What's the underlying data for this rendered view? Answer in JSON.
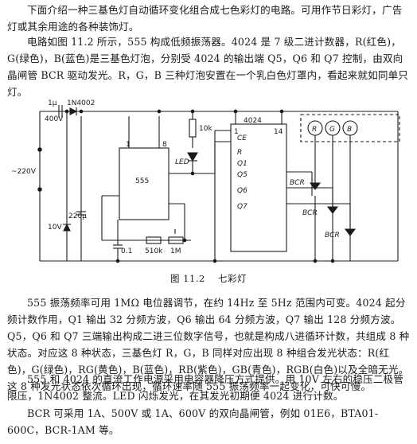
{
  "paragraphs": {
    "intro": "下面介绍一种三基色灯自动循环变化组合成七色彩灯的电路。可用作节日彩灯，广告灯或其余用途的各种装饰灯。",
    "circuit": "电路如图 11.2 所示，555 构成低频振荡器。4024 是 7 级二进计数器，R(红色)，G(绿色)，B(蓝色)是三基色灯泡，分别受 4024 的输出端 Q5，Q6 和 Q7 控制，由双向晶闸管 BCR 驱动发光。R，G，B 三种灯泡安置在一个乳白色灯罩内，看起来就如同单只灯。",
    "operation": "555 振荡频率可用 1MΩ 电位器调节，在约 14Hz 至 5Hz 范围内可变。4024 起分频计数作用，Q1 输出 32 分频方波，Q6 输出 64 分频方波，Q7 输出 128 分频方波。Q5，Q6 和 Q7 三端输出构成二进三位数字信号，也就是构成八进循环计数，共组成 8 种状态。对应这 8 种状态，三基色灯 R，G，B 同样对应出现 8 种组合发光状态：R(红色)，G(绿色)，RG(黄色)，B(蓝色)，RB(紫色)，GB(青色)，RGB(白色)以及全暗无光。这 8 种发光状态依次循环出现，循环速率随 555 振荡频率一起变化，可快可慢。",
    "power": "555 和 4024 的直流工作电源采用电容器降压方式提供。用 10V 左右的稳压二极管限压，1N4002 整流。LED 闪烁发光，在其发光初期便 4024 进行计数。",
    "bcr": "BCR 可采用 1A、500V 或 1A、600V 的双向晶闸管，例如 01E6，BTA01-600C，BCR-1AM 等。"
  },
  "figure": {
    "caption_number": "图 11.2",
    "caption_title": "七彩灯",
    "labels": {
      "cap1_value": "1μ",
      "cap1_voltage": "400V",
      "diode": "1N4002",
      "mains": "~220V",
      "cap2": "220μ",
      "zener": "10V",
      "cap3": "0.1",
      "pot1": "510k",
      "pot2": "1M",
      "resistor": "10k",
      "timer": "555",
      "timer_pin1": "1",
      "timer_pin8": "8",
      "led": "LED",
      "counter": "4024",
      "counter_pin1": "1",
      "counter_pin14": "14",
      "counter_ce": "CE",
      "counter_r": "R",
      "q1": "Q1",
      "q5": "Q5",
      "q6": "Q6",
      "q7": "Q7",
      "bcr1": "BCR",
      "bcr2": "BCR",
      "bcr3": "BCR",
      "lamp_r": "R",
      "lamp_g": "G",
      "lamp_b": "B"
    }
  }
}
